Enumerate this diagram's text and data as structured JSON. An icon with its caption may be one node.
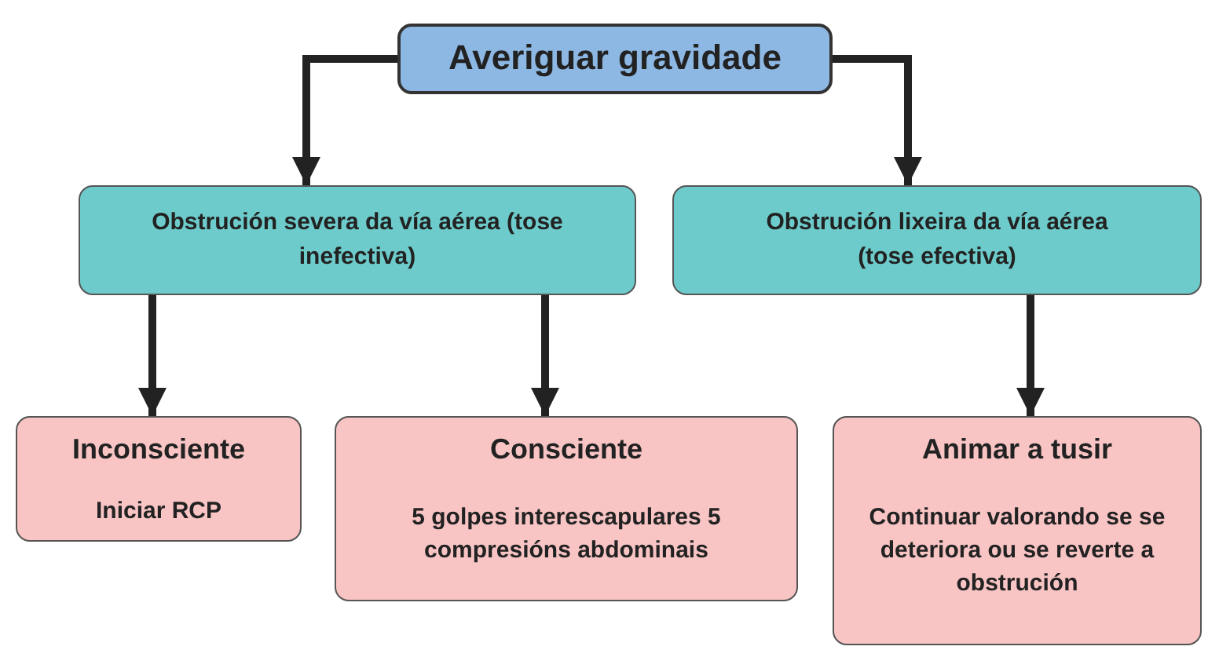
{
  "diagram": {
    "nodes": [
      {
        "text": [
          "Averiguar gravidade"
        ]
      },
      {
        "text": [
          "Obstrución severa da vía aérea (tose inefectiva)"
        ]
      },
      {
        "text": [
          "Obstrución lixeira da vía aérea (tose efectiva)"
        ]
      },
      {
        "text": [
          "Inconsciente",
          "Iniciar RCP"
        ]
      },
      {
        "text": [
          "Consciente",
          "5 golpes interescapulares 5 compresións abdominais"
        ]
      },
      {
        "text": [
          "Animar a tusir",
          "Continuar valorando se se deteriora ou se reverte a obstrución"
        ]
      }
    ],
    "edges": [
      {
        "from": 0,
        "to": 1,
        "arrow": "to"
      },
      {
        "from": 0,
        "to": 2,
        "arrow": "to"
      },
      {
        "from": 1,
        "to": 3,
        "arrow": "to"
      },
      {
        "from": 1,
        "to": 4,
        "arrow": "to"
      },
      {
        "from": 2,
        "to": 5,
        "arrow": "to"
      }
    ]
  }
}
